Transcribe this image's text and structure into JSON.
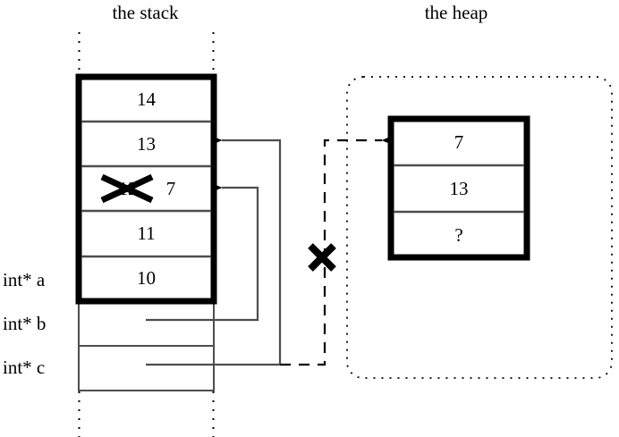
{
  "titles": {
    "stack": "the stack",
    "heap": "the heap"
  },
  "stack": {
    "cells": [
      {
        "value": "14",
        "struck": false
      },
      {
        "value": "13",
        "struck": false
      },
      {
        "value": "12",
        "struck": true,
        "new_value": "7"
      },
      {
        "value": "11",
        "struck": false
      },
      {
        "value": "10",
        "struck": false
      }
    ],
    "variables": [
      {
        "label": "int* a"
      },
      {
        "label": "int* b"
      },
      {
        "label": "int* c"
      }
    ]
  },
  "heap": {
    "cells": [
      {
        "value": "7"
      },
      {
        "value": "13"
      },
      {
        "value": "?"
      }
    ]
  },
  "annotations": {
    "strike_out_cell_marker": "x-strikeout-mark",
    "broken_pointer_marker": "x-cross-mark"
  },
  "colors": {
    "ink": "#000000",
    "paper": "#ffffff",
    "thin_line": "#4d4d4d"
  }
}
